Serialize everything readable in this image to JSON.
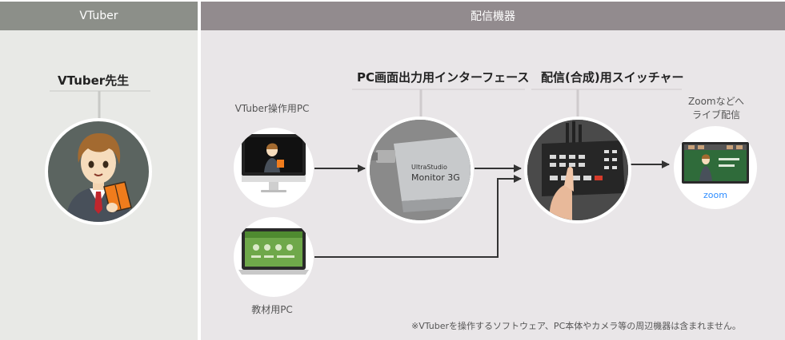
{
  "left_panel": {
    "header": "VTuber",
    "title": "VTuber先生"
  },
  "right_panel": {
    "header": "配信機器",
    "interface_title": "PC画面出力用インターフェース",
    "switcher_title": "配信(合成)用スイッチャー",
    "vtuber_pc_label": "VTuber操作用PC",
    "material_pc_label": "教材用PC",
    "zoom_label_line1": "Zoomなどへ",
    "zoom_label_line2": "ライブ配信",
    "zoom_brand": "zoom",
    "device_brand": "UltraStudio",
    "device_model": "Monitor 3G",
    "note": "※VTuberを操作するソフトウェア、PC本体やカメラ等の周辺機器は含まれません。"
  },
  "colors": {
    "left_header": "#8c8f89",
    "right_header": "#928b8e",
    "arrow": "#333333",
    "zoom_blue": "#2d8cff"
  }
}
